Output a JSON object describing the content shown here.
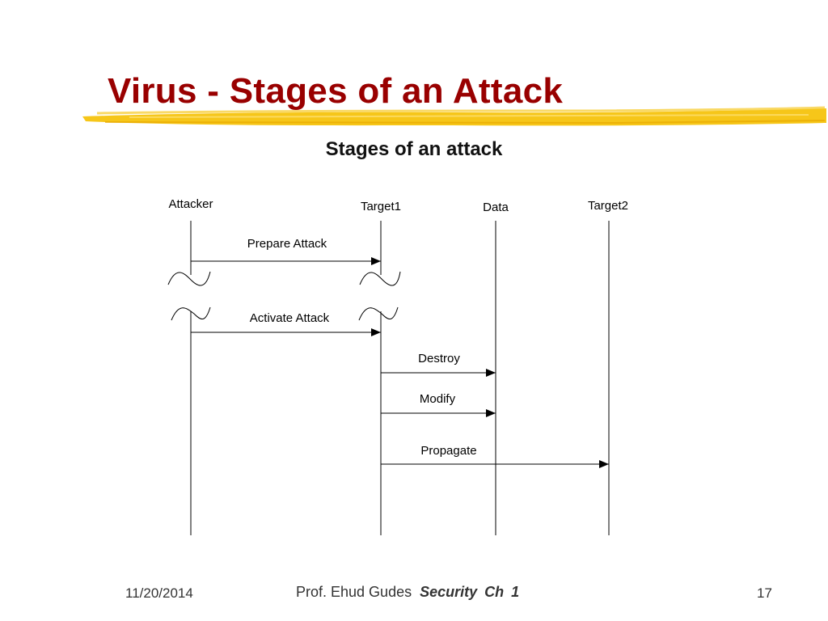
{
  "slide": {
    "title": "Virus - Stages of an Attack",
    "title_color": "#990000",
    "brush_color": "#F5C000"
  },
  "diagram": {
    "title": "Stages of an attack",
    "lifelines": [
      {
        "id": "attacker",
        "label": "Attacker"
      },
      {
        "id": "target1",
        "label": "Target1"
      },
      {
        "id": "data",
        "label": "Data"
      },
      {
        "id": "target2",
        "label": "Target2"
      }
    ],
    "messages": [
      {
        "from": "attacker",
        "to": "target1",
        "label": "Prepare Attack"
      },
      {
        "from": "attacker",
        "to": "target1",
        "label": "Activate Attack"
      },
      {
        "from": "target1",
        "to": "data",
        "label": "Destroy"
      },
      {
        "from": "target1",
        "to": "data",
        "label": "Modify"
      },
      {
        "from": "target1",
        "to": "target2",
        "label": "Propagate"
      }
    ]
  },
  "footer": {
    "date": "11/20/2014",
    "author": "Prof. Ehud Gudes",
    "course": "Security  Ch 1",
    "page": "17"
  }
}
